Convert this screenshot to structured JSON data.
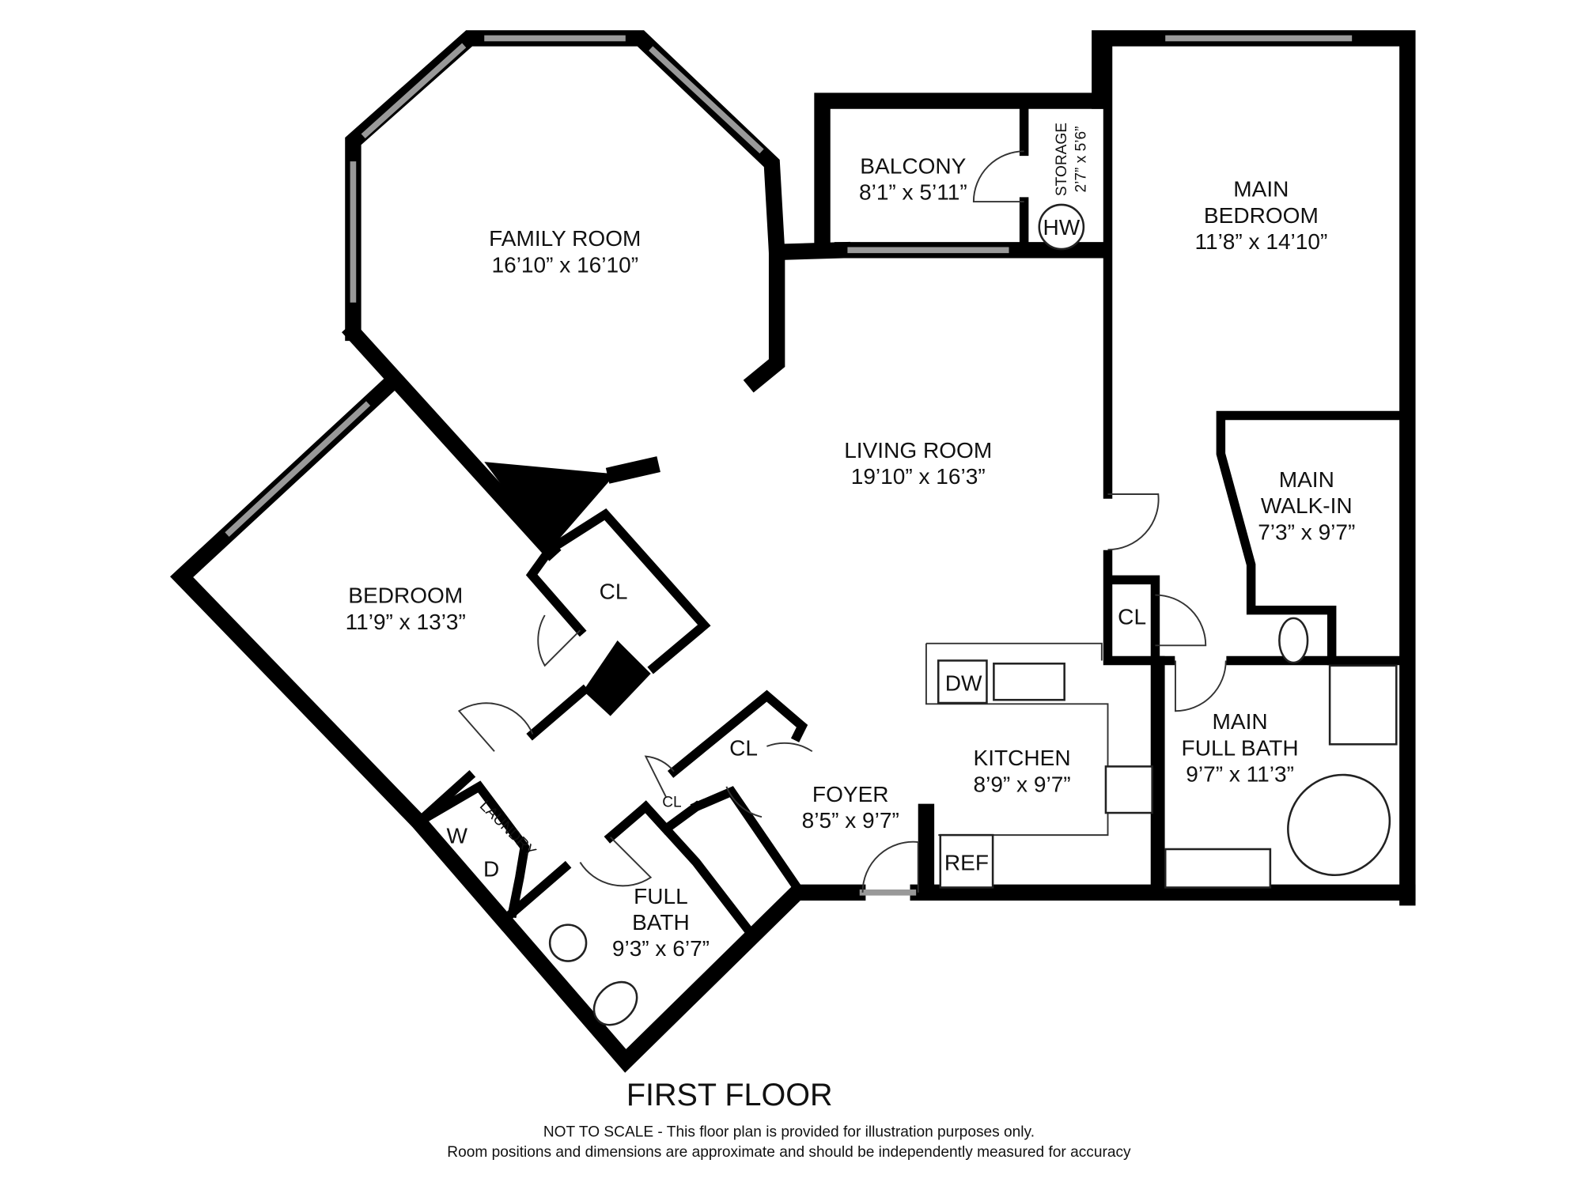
{
  "rooms": {
    "family_room": {
      "name": "FAMILY ROOM",
      "size": "16’10” x 16’10”"
    },
    "balcony": {
      "name": "BALCONY",
      "size": "8’1” x 5’11”"
    },
    "storage": {
      "name": "STORAGE",
      "size": "2’7” x 5’6”"
    },
    "main_bedroom": {
      "name1": "MAIN",
      "name2": "BEDROOM",
      "size": "11’8” x 14’10”"
    },
    "living_room": {
      "name": "LIVING ROOM",
      "size": "19’10” x 16’3”"
    },
    "main_walkin": {
      "name1": "MAIN",
      "name2": "WALK-IN",
      "size": "7’3” x 9’7”"
    },
    "bedroom": {
      "name": "BEDROOM",
      "size": "11’9” x 13’3”"
    },
    "kitchen": {
      "name": "KITCHEN",
      "size": "8’9” x 9’7”"
    },
    "main_full_bath": {
      "name1": "MAIN",
      "name2": "FULL BATH",
      "size": "9’7” x 11’3”"
    },
    "foyer": {
      "name": "FOYER",
      "size": "8’5” x 9’7”"
    },
    "full_bath": {
      "name1": "FULL",
      "name2": "BATH",
      "size": "9’3” x 6’7”"
    },
    "laundry": {
      "name": "LAUNDRY"
    }
  },
  "fixtures": {
    "hw": "HW",
    "dw": "DW",
    "ref": "REF",
    "washer": "W",
    "dryer": "D",
    "closet": "CL"
  },
  "footer": {
    "title": "FIRST FLOOR",
    "note1": "NOT TO SCALE - This floor plan is provided for illustration purposes only.",
    "note2": "Room positions and dimensions are approximate and should be independently measured for accuracy"
  }
}
